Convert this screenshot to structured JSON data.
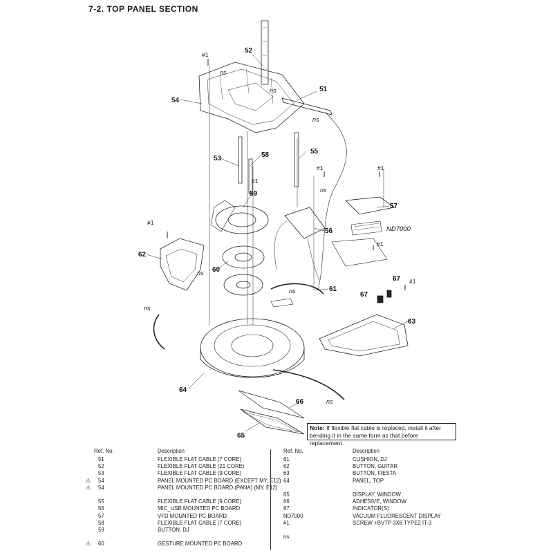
{
  "title": "7-2.  TOP PANEL SECTION",
  "note": {
    "label": "Note:",
    "text": "If flexible flat cable is replaced, install it after bending it in the same form as that before replacement."
  },
  "callouts": {
    "c51": "51",
    "c52": "52",
    "c53": "53",
    "c54": "54",
    "c55": "55",
    "c56": "56",
    "c57": "57",
    "c58": "58",
    "c59": "59",
    "c60": "60",
    "c61": "61",
    "c62": "62",
    "c63": "63",
    "c64": "64",
    "c65": "65",
    "c66": "66",
    "c67a": "67",
    "c67b": "67",
    "nd7000": "ND7000",
    "s1": "#1",
    "s2": "#1",
    "s3": "#1",
    "s4": "#1",
    "s5": "#1",
    "s6": "#1",
    "s7": "#1",
    "ns": "ns"
  },
  "table": {
    "headers": {
      "ref": "Ref. No.",
      "desc": "Description"
    },
    "left": [
      {
        "warn": "",
        "ref": "51",
        "desc": "FLEXIBLE FLAT CABLE (7 CORE)"
      },
      {
        "warn": "",
        "ref": "52",
        "desc": "FLEXIBLE FLAT CABLE (21 CORE)"
      },
      {
        "warn": "",
        "ref": "53",
        "desc": "FLEXIBLE FLAT CABLE (9 CORE)"
      },
      {
        "warn": "⚠",
        "ref": "54",
        "desc": "PANEL MOUNTED PC BOARD (EXCEPT MY, E12)"
      },
      {
        "warn": "⚠",
        "ref": "54",
        "desc": "PANEL MOUNTED PC BOARD (PANA) (MY, E12)"
      },
      {
        "gap": true
      },
      {
        "warn": "",
        "ref": "55",
        "desc": "FLEXIBLE FLAT CABLE (9 CORE)"
      },
      {
        "warn": "",
        "ref": "56",
        "desc": "MIC_USB MOUNTED PC BOARD"
      },
      {
        "warn": "",
        "ref": "57",
        "desc": "VFD MOUNTED PC BOARD"
      },
      {
        "warn": "",
        "ref": "58",
        "desc": "FLEXIBLE FLAT CABLE (7 CORE)"
      },
      {
        "warn": "",
        "ref": "59",
        "desc": "BUTTON, DJ"
      },
      {
        "gap": true
      },
      {
        "warn": "⚠",
        "ref": "60",
        "desc": "GESTURE MOUNTED PC BOARD"
      }
    ],
    "right": [
      {
        "ref": "61",
        "desc": "CUSHION, DJ"
      },
      {
        "ref": "62",
        "desc": "BUTTON, GUITAR"
      },
      {
        "ref": "63",
        "desc": "BUTTON, FIESTA"
      },
      {
        "ref": "64",
        "desc": "PANEL, TOP"
      },
      {
        "gap": true
      },
      {
        "ref": "65",
        "desc": "DISPLAY, WINDOW"
      },
      {
        "ref": "66",
        "desc": "ADHESIVE, WINDOW"
      },
      {
        "ref": "67",
        "desc": "INDICATOR(S)"
      },
      {
        "ref": "ND7000",
        "desc": "VACUUM FLUORESCENT DISPLAY"
      },
      {
        "ref": "#1",
        "desc": "SCREW +BVTP 3X8 TYPE2 IT-3"
      },
      {
        "gap": true
      },
      {
        "ref": "ns",
        "desc": ""
      }
    ]
  }
}
